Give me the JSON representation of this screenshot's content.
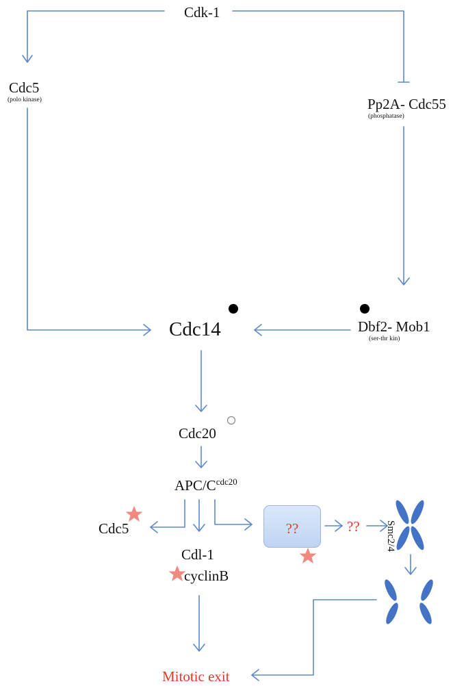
{
  "nodes": {
    "cdk1": "Cdk-1",
    "cdc5_top": "Cdc5",
    "cdc5_top_sub": "(polo kinase)",
    "pp2a": "Pp2A- Cdc55",
    "pp2a_sub": "(phosphatase)",
    "cdc14": "Cdc14",
    "dbf2": "Dbf2- Mob1",
    "dbf2_sub": "(ser-thr kin)",
    "cdc20": "Cdc20",
    "apc": "APC/C",
    "apc_sup": "cdc20",
    "cdc5_bottom": "Cdc5",
    "cdl1": "Cdl-1",
    "cyclinb": "cyclinB",
    "unknown_box": "??",
    "unknown_after": "??",
    "smc": "Smc2/4",
    "mitotic_exit": "Mitotic exit"
  },
  "colors": {
    "arrow": "#5b87c9",
    "chromosome": "#4472c4",
    "star": "#f08a80",
    "highlight_text": "#e8372b"
  }
}
